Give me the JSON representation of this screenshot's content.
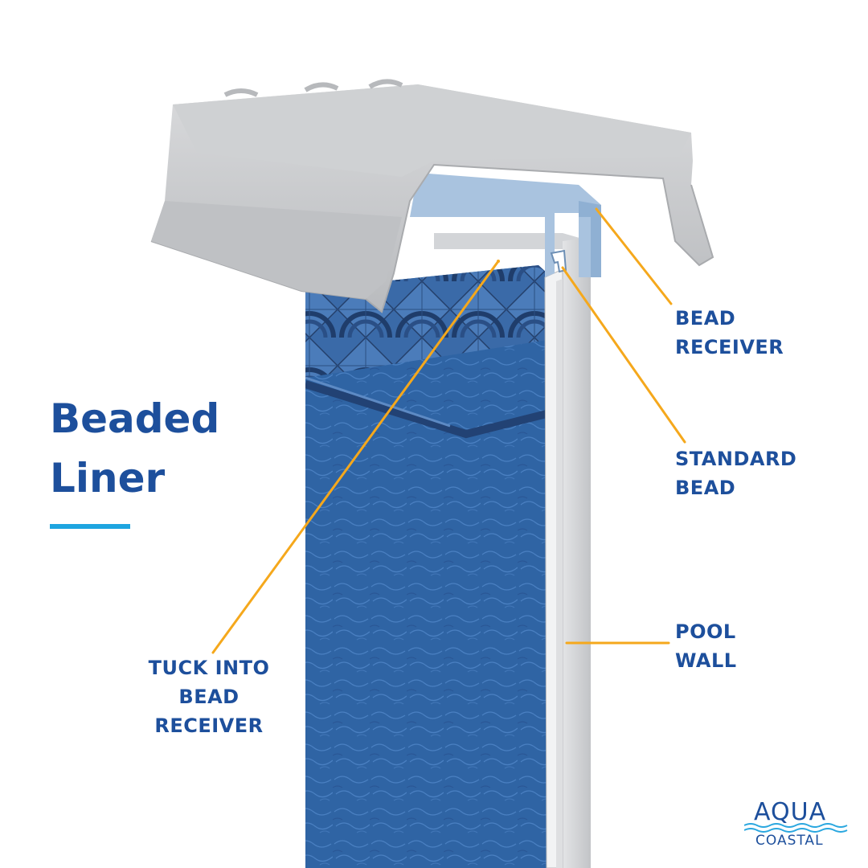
{
  "title": {
    "line1": "Beaded",
    "line2": "Liner"
  },
  "callouts": {
    "bead_receiver": {
      "line1": "BEAD",
      "line2": "RECEIVER"
    },
    "standard_bead": {
      "line1": "STANDARD",
      "line2": "BEAD"
    },
    "pool_wall": {
      "line1": "POOL",
      "line2": "WALL"
    },
    "tuck": {
      "line1": "TUCK INTO",
      "line2": "BEAD RECEIVER"
    }
  },
  "logo": {
    "top": "AQUA",
    "bottom": "COASTAL"
  },
  "colors": {
    "title_blue": "#1d4f9c",
    "accent_cyan": "#1ea5e0",
    "leader_orange": "#f5a81c",
    "liner_blue": "#2f64a4",
    "coping_gray": "#c9cbcd"
  }
}
